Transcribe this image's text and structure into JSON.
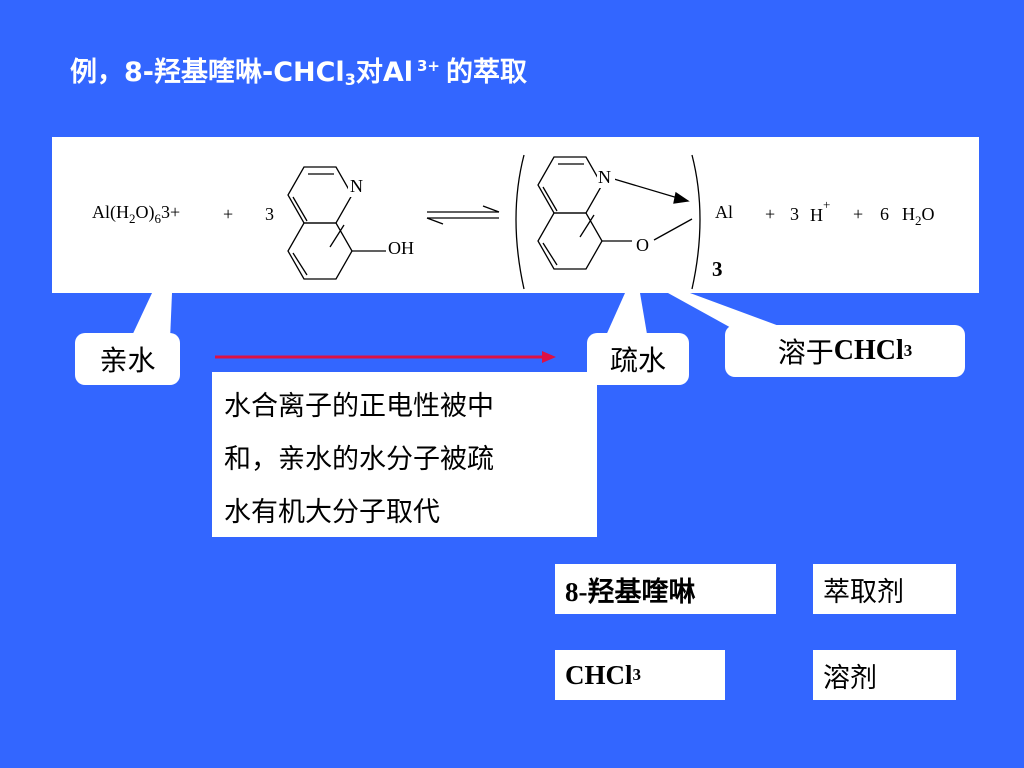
{
  "slide": {
    "title_prefix": "例，",
    "title_reagent": "8-羟基喹啉-CHCl",
    "title_sub": "3",
    "title_mid": "对Al",
    "title_sup": "3+",
    "title_suffix": "的萃取"
  },
  "reaction": {
    "reactant1": "Al(H",
    "reactant1_sub1": "2",
    "reactant1_mid": "O)",
    "reactant1_sub2": "6",
    "reactant1_charge": "3+",
    "plus1": "+",
    "coef1": "3",
    "atom_N_left": "N",
    "group_OH": "OH",
    "atom_N_right": "N",
    "atom_O_right": "O",
    "metal": "Al",
    "complex_coef": "3",
    "plus2": "+",
    "coef2": "3",
    "proton": "H",
    "proton_charge": "+",
    "plus3": "+",
    "coef3": "6",
    "water": "H",
    "water_sub": "2",
    "water_end": "O"
  },
  "callouts": {
    "hydrophilic": "亲水",
    "hydrophobic": "疏水",
    "dissolve_prefix": "溶于",
    "dissolve_formula": "CHCl",
    "dissolve_sub": "3"
  },
  "explanation": {
    "line1": "水合离子的正电性被中",
    "line2": "和，亲水的水分子被疏",
    "line3": "水有机大分子取代"
  },
  "legend": {
    "reagent_name": "8-羟基喹啉",
    "reagent_role": "萃取剂",
    "solvent_formula": "CHCl",
    "solvent_sub": "3",
    "solvent_role": "溶剂"
  },
  "colors": {
    "background": "#3366ff",
    "arrow": "#dd1144"
  }
}
